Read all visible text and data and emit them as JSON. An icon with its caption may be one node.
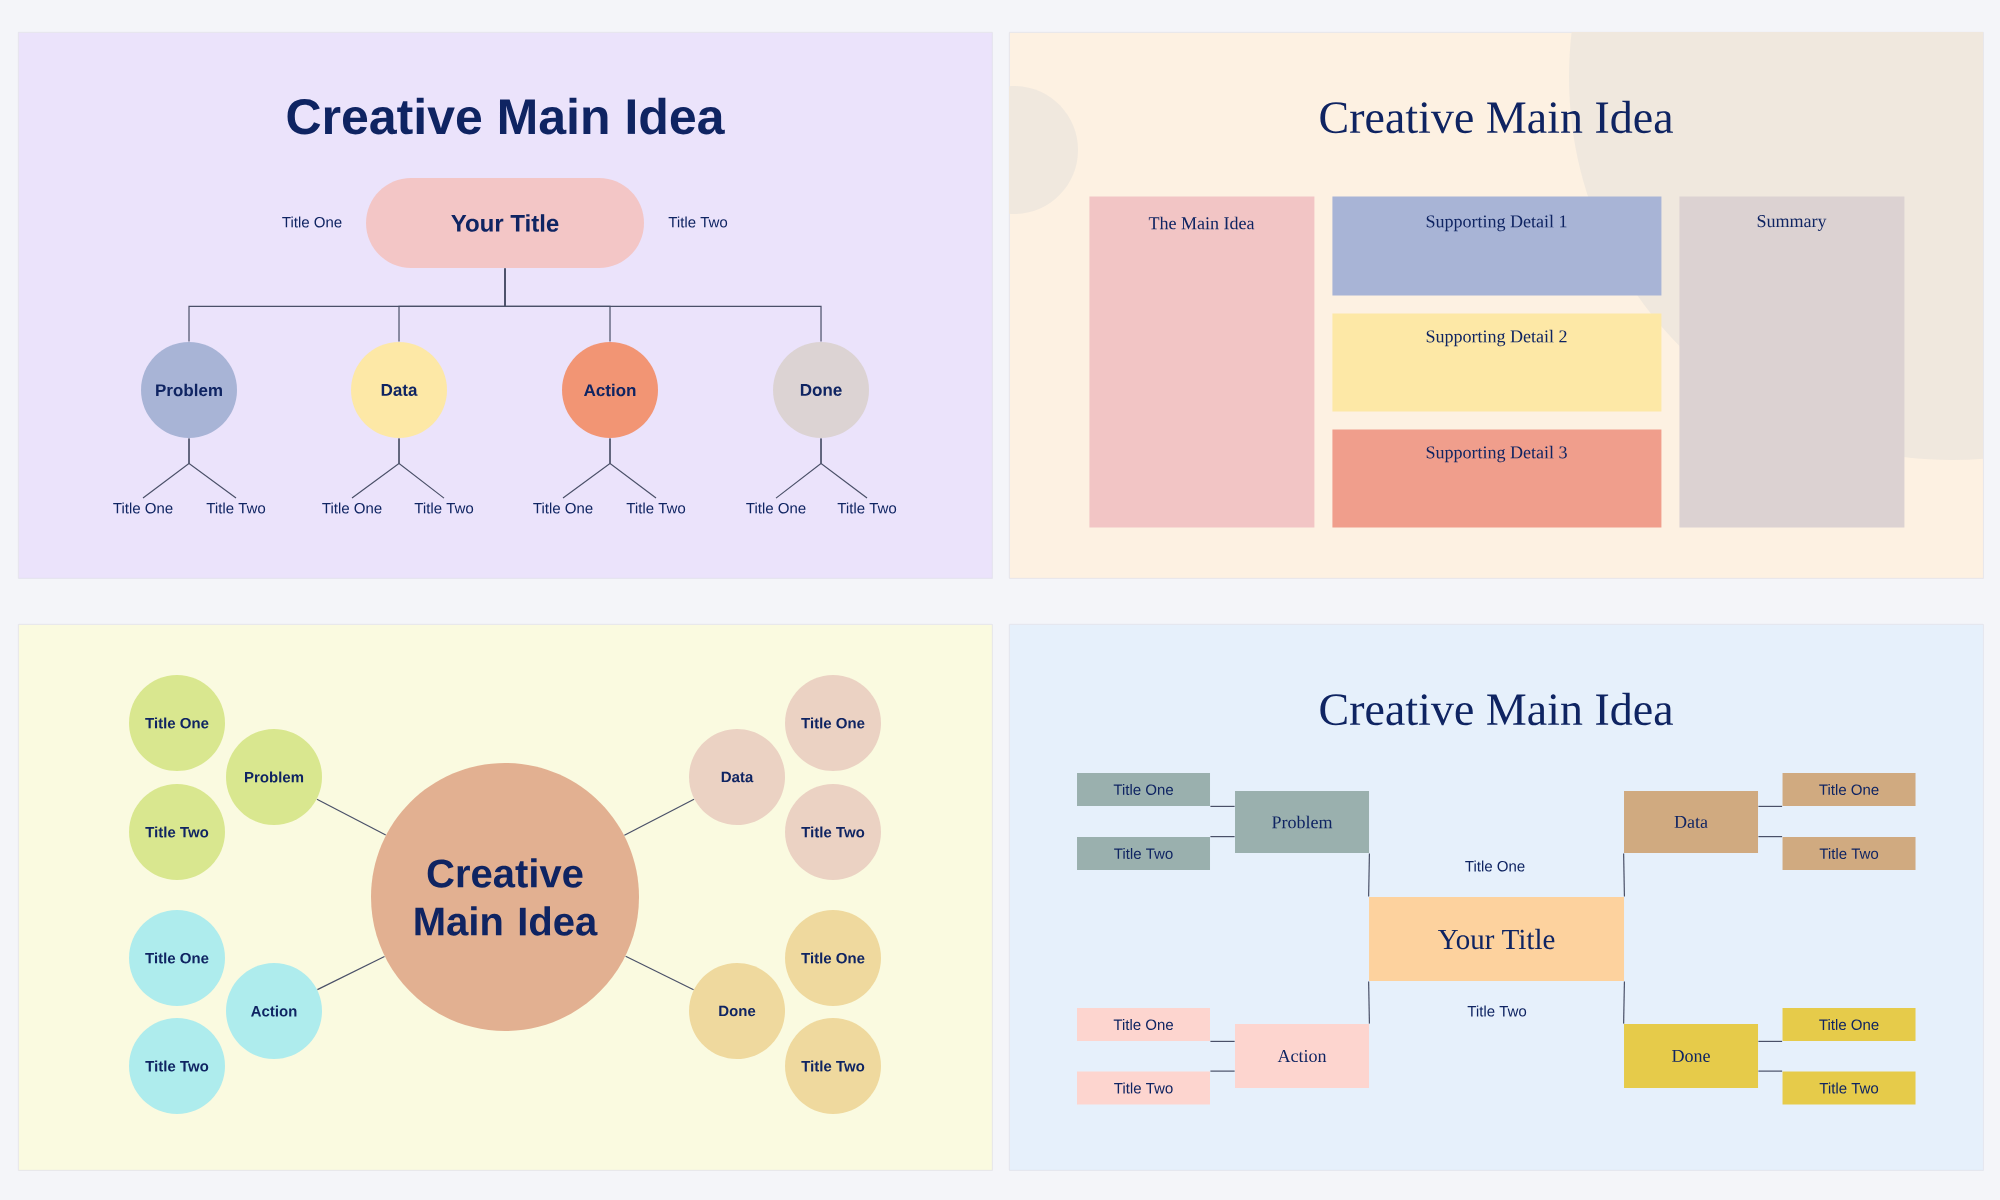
{
  "diagram": {
    "nodes": [
      {
        "text": [
          "Creative Main Idea"
        ]
      },
      {
        "text": [
          "Your Title"
        ],
        "in": 0,
        "beside": [
          "Title One",
          "Title Two"
        ]
      },
      {
        "text": [
          "Problem"
        ],
        "in": 0
      },
      {
        "text": [
          "Data"
        ],
        "in": 0
      },
      {
        "text": [
          "Action"
        ],
        "in": 0
      },
      {
        "text": [
          "Done"
        ],
        "in": 0
      },
      {
        "text": [
          "Title One"
        ],
        "in": 0
      },
      {
        "text": [
          "Title Two"
        ],
        "in": 0
      },
      {
        "text": [
          "Title One"
        ],
        "in": 0
      },
      {
        "text": [
          "Title Two"
        ],
        "in": 0
      },
      {
        "text": [
          "Title One"
        ],
        "in": 0
      },
      {
        "text": [
          "Title Two"
        ],
        "in": 0
      },
      {
        "text": [
          "Title One"
        ],
        "in": 0
      },
      {
        "text": [
          "Title Two"
        ],
        "in": 0
      },
      {
        "text": [
          "Creative Main Idea"
        ]
      },
      {
        "text": [
          "The Main Idea"
        ],
        "in": 14
      },
      {
        "text": [
          "Supporting Detail 1"
        ],
        "in": 14
      },
      {
        "text": [
          "Supporting Detail 2"
        ],
        "in": 14
      },
      {
        "text": [
          "Supporting Detail 3"
        ],
        "in": 14
      },
      {
        "text": [
          "Summary"
        ],
        "in": 14
      },
      {
        "text": [],
        "shape": "box"
      },
      {
        "text": [
          "Creative Main Idea"
        ],
        "in": 20
      },
      {
        "text": [
          "Problem"
        ],
        "in": 20
      },
      {
        "text": [
          "Title One"
        ],
        "in": 20
      },
      {
        "text": [
          "Title Two"
        ],
        "in": 20
      },
      {
        "text": [
          "Action"
        ],
        "in": 20
      },
      {
        "text": [
          "Title One"
        ],
        "in": 20
      },
      {
        "text": [
          "Title Two"
        ],
        "in": 20
      },
      {
        "text": [
          "Data"
        ],
        "in": 20
      },
      {
        "text": [
          "Title One"
        ],
        "in": 20
      },
      {
        "text": [
          "Title Two"
        ],
        "in": 20
      },
      {
        "text": [
          "Done"
        ],
        "in": 20
      },
      {
        "text": [
          "Title One"
        ],
        "in": 20
      },
      {
        "text": [
          "Title Two"
        ],
        "in": 20
      },
      {
        "text": [
          "Creative Main Idea"
        ]
      },
      {
        "text": [
          "Your Title"
        ],
        "in": 34,
        "beside": [
          "Title One",
          "Title Two"
        ]
      },
      {
        "text": [
          "Problem"
        ],
        "in": 34
      },
      {
        "text": [
          "Title One"
        ],
        "in": 34
      },
      {
        "text": [
          "Title Two"
        ],
        "in": 34
      },
      {
        "text": [
          "Data"
        ],
        "in": 34
      },
      {
        "text": [
          "Title One"
        ],
        "in": 34
      },
      {
        "text": [
          "Title Two"
        ],
        "in": 34
      },
      {
        "text": [
          "Action"
        ],
        "in": 34
      },
      {
        "text": [
          "Title One"
        ],
        "in": 34
      },
      {
        "text": [
          "Title Two"
        ],
        "in": 34
      },
      {
        "text": [
          "Done"
        ],
        "in": 34
      },
      {
        "text": [
          "Title One"
        ],
        "in": 34
      },
      {
        "text": [
          "Title Two"
        ],
        "in": 34
      }
    ],
    "edges": [
      {
        "from": 1,
        "to": 2,
        "arrow": "none"
      },
      {
        "from": 1,
        "to": 3,
        "arrow": "none"
      },
      {
        "from": 1,
        "to": 4,
        "arrow": "none"
      },
      {
        "from": 1,
        "to": 5,
        "arrow": "none"
      },
      {
        "from": 2,
        "to": 6,
        "arrow": "none"
      },
      {
        "from": 2,
        "to": 7,
        "arrow": "none"
      },
      {
        "from": 3,
        "to": 8,
        "arrow": "none"
      },
      {
        "from": 3,
        "to": 9,
        "arrow": "none"
      },
      {
        "from": 4,
        "to": 10,
        "arrow": "none"
      },
      {
        "from": 4,
        "to": 11,
        "arrow": "none"
      },
      {
        "from": 5,
        "to": 12,
        "arrow": "none"
      },
      {
        "from": 5,
        "to": 13,
        "arrow": "none"
      },
      {
        "from": 21,
        "to": 22,
        "arrow": "none"
      },
      {
        "from": 21,
        "to": 25,
        "arrow": "none"
      },
      {
        "from": 21,
        "to": 28,
        "arrow": "none"
      },
      {
        "from": 21,
        "to": 31,
        "arrow": "none"
      },
      {
        "from": 35,
        "to": 36,
        "arrow": "none"
      },
      {
        "from": 35,
        "to": 39,
        "arrow": "none"
      },
      {
        "from": 35,
        "to": 42,
        "arrow": "none"
      },
      {
        "from": 35,
        "to": 45,
        "arrow": "none"
      },
      {
        "from": 36,
        "to": 37,
        "arrow": "none"
      },
      {
        "from": 36,
        "to": 38,
        "arrow": "none"
      },
      {
        "from": 39,
        "to": 40,
        "arrow": "none"
      },
      {
        "from": 39,
        "to": 41,
        "arrow": "none"
      },
      {
        "from": 42,
        "to": 43,
        "arrow": "none"
      },
      {
        "from": 42,
        "to": 44,
        "arrow": "none"
      },
      {
        "from": 45,
        "to": 46,
        "arrow": "none"
      },
      {
        "from": 45,
        "to": 47,
        "arrow": "none"
      }
    ]
  }
}
